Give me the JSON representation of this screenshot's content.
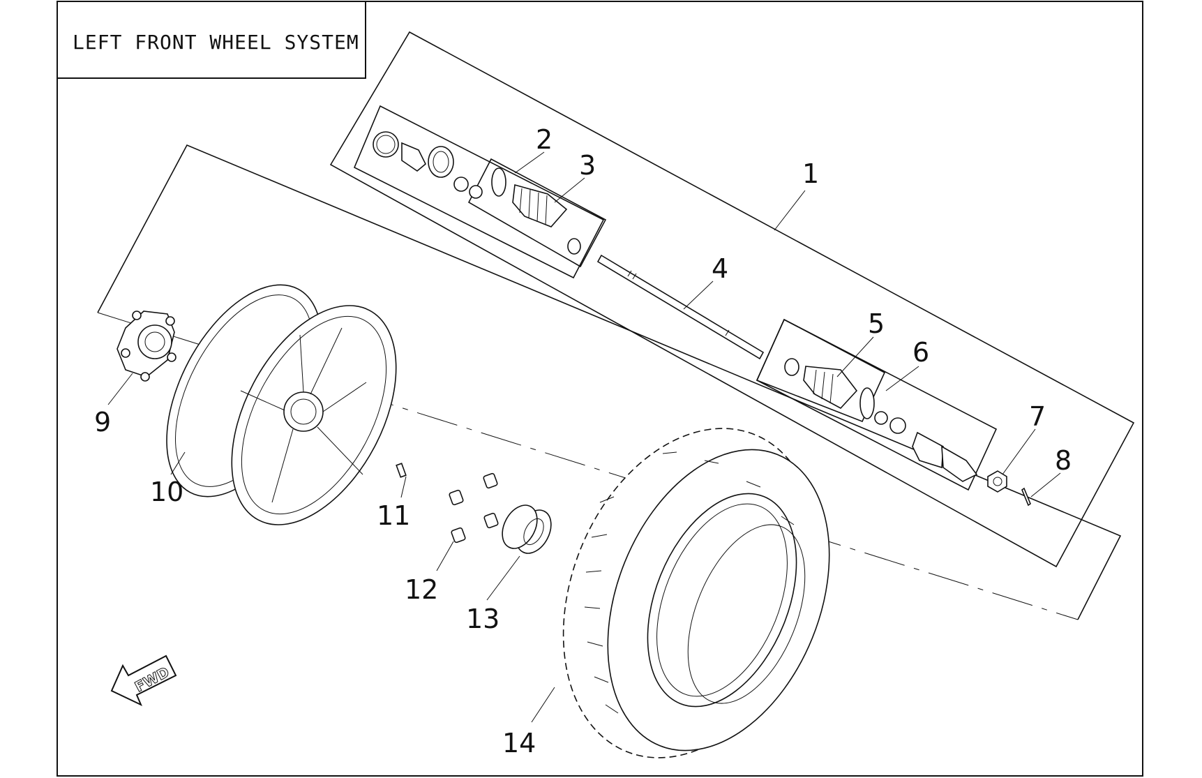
{
  "title": "LEFT FRONT WHEEL SYSTEM",
  "callouts": [
    "1",
    "2",
    "3",
    "4",
    "5",
    "6",
    "7",
    "8",
    "9",
    "10",
    "11",
    "12",
    "13",
    "14"
  ],
  "fwd_label": "FWD"
}
